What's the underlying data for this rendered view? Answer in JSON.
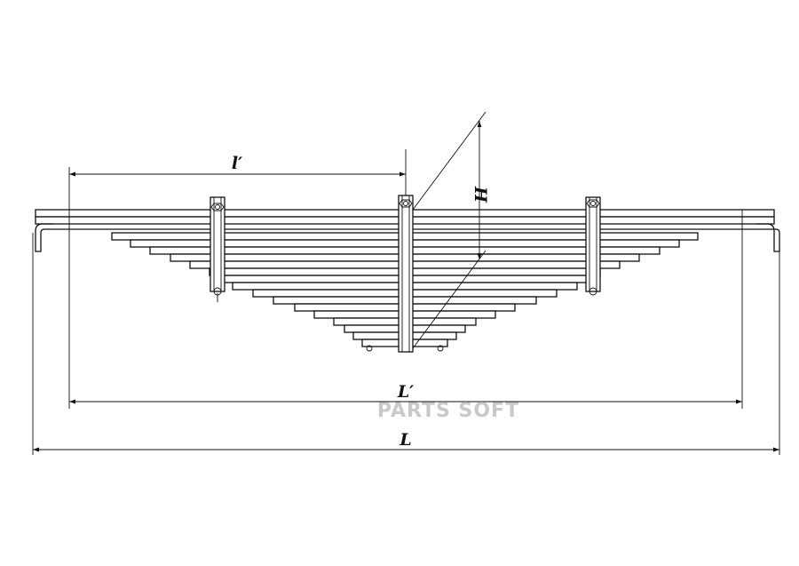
{
  "labels": {
    "l_prime": "l′",
    "H": "H",
    "L_prime": "L′",
    "L": "L"
  },
  "watermark": "PARTS SOFT",
  "colors": {
    "line": "#111111",
    "watermark": "#c9c9c9",
    "background": "#ffffff"
  }
}
